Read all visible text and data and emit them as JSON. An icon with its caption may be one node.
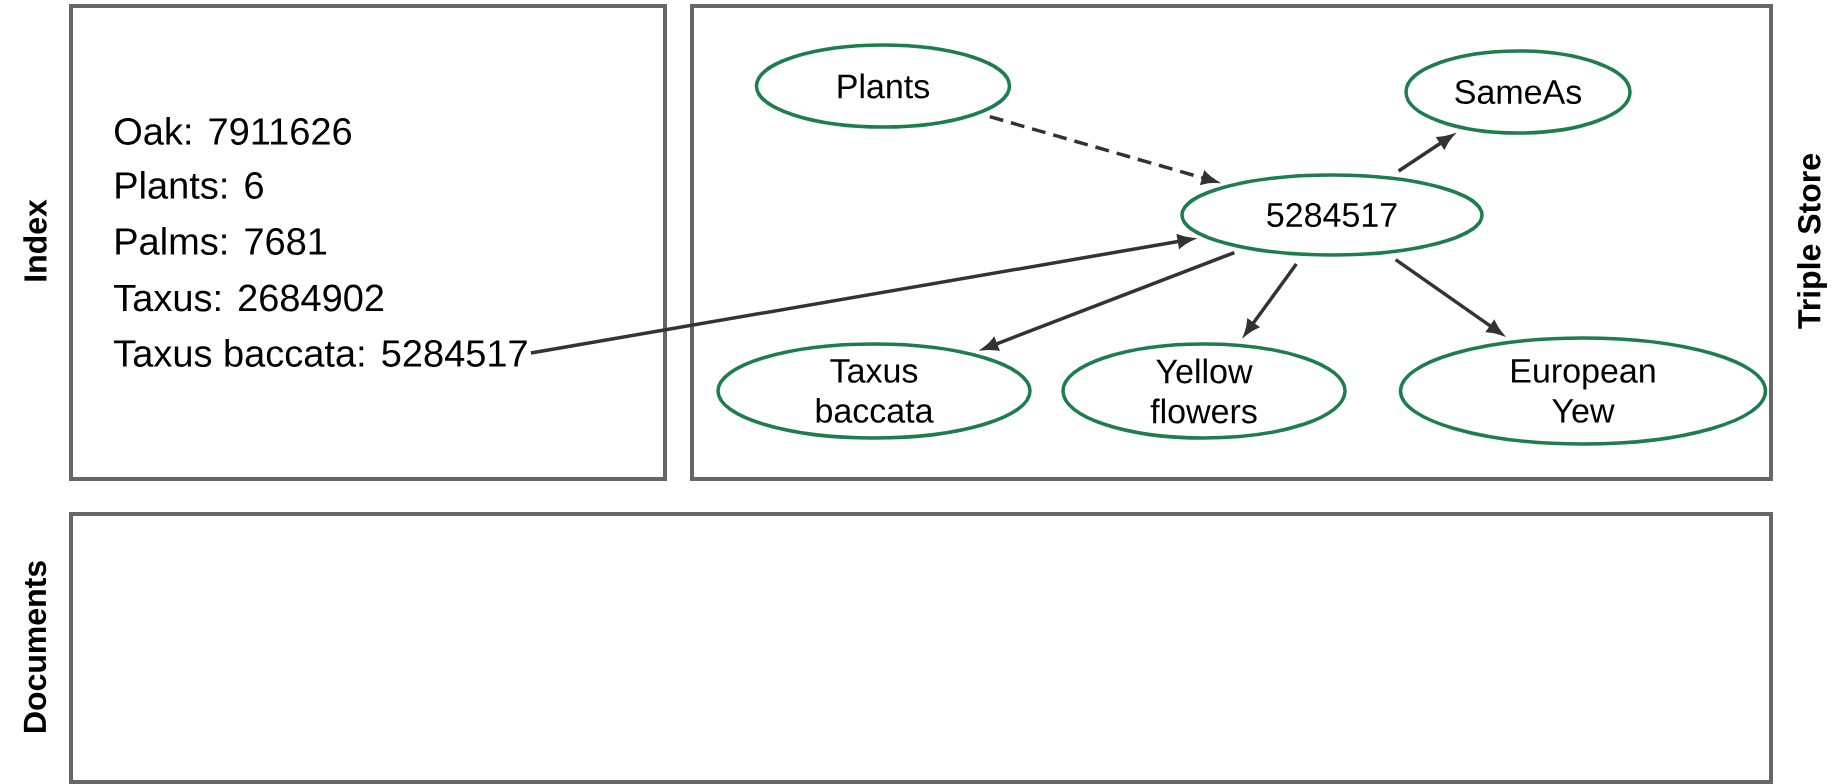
{
  "diagram": {
    "nodes": [
      {
        "text": [
          "Index"
        ]
      },
      {
        "text": [
          "Oak: 7911626"
        ],
        "in": 0
      },
      {
        "text": [
          "Plants: 6"
        ],
        "in": 0
      },
      {
        "text": [
          "Palms: 7681"
        ],
        "in": 0
      },
      {
        "text": [
          "Taxus: 2684902"
        ],
        "in": 0
      },
      {
        "text": [
          "Taxus baccata: 5284517"
        ],
        "in": 0
      },
      {
        "text": [
          "Triple Store"
        ]
      },
      {
        "text": [
          "Plants"
        ],
        "in": 6
      },
      {
        "text": [
          "SameAs"
        ],
        "in": 6
      },
      {
        "text": [
          "5284517"
        ],
        "in": 6
      },
      {
        "text": [
          "Taxus baccata"
        ],
        "in": 6
      },
      {
        "text": [
          "Yellow flowers"
        ],
        "in": 6
      },
      {
        "text": [
          "European Yew"
        ],
        "in": 6
      },
      {
        "text": [
          "Documents"
        ]
      }
    ],
    "edges": [
      {
        "from": 7,
        "to": 9,
        "arrow": "to",
        "style": "dashed"
      },
      {
        "from": 5,
        "to": 9,
        "arrow": "to"
      },
      {
        "from": 9,
        "to": 8,
        "arrow": "to"
      },
      {
        "from": 9,
        "to": 10,
        "arrow": "to"
      },
      {
        "from": 9,
        "to": 11,
        "arrow": "to"
      },
      {
        "from": 9,
        "to": 12,
        "arrow": "to"
      }
    ]
  }
}
